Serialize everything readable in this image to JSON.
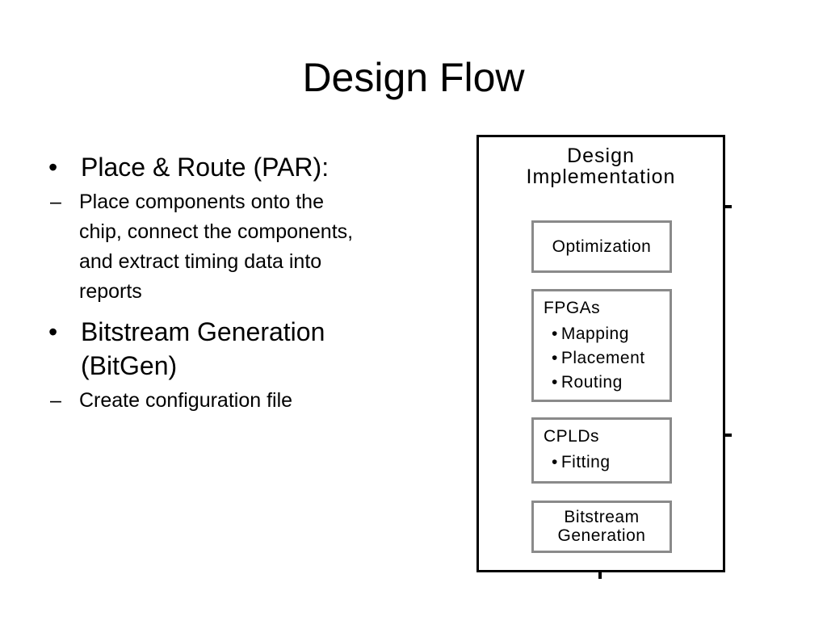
{
  "slide": {
    "title": "Design Flow"
  },
  "bullets": [
    {
      "mark": "•",
      "text": "Place & Route (PAR):",
      "sub": [
        {
          "mark": "–",
          "text": "Place components onto the chip, connect the components, and extract timing data into reports"
        }
      ]
    },
    {
      "mark": "•",
      "text": "Bitstream Generation (BitGen)",
      "sub": [
        {
          "mark": "–",
          "text": "Create configuration file"
        }
      ]
    }
  ],
  "diagram": {
    "title_line1": "Design",
    "title_line2": "Implementation",
    "optimization": "Optimization",
    "fpgas": {
      "heading": "FPGAs",
      "items": [
        "Mapping",
        "Placement",
        "Routing"
      ]
    },
    "cplds": {
      "heading": "CPLDs",
      "items": [
        "Fitting"
      ]
    },
    "bitstream_line1": "Bitstream",
    "bitstream_line2": "Generation",
    "item_dot": "•",
    "colors": {
      "outer_border": "#000000",
      "inner_border": "#8a8a8a"
    }
  }
}
